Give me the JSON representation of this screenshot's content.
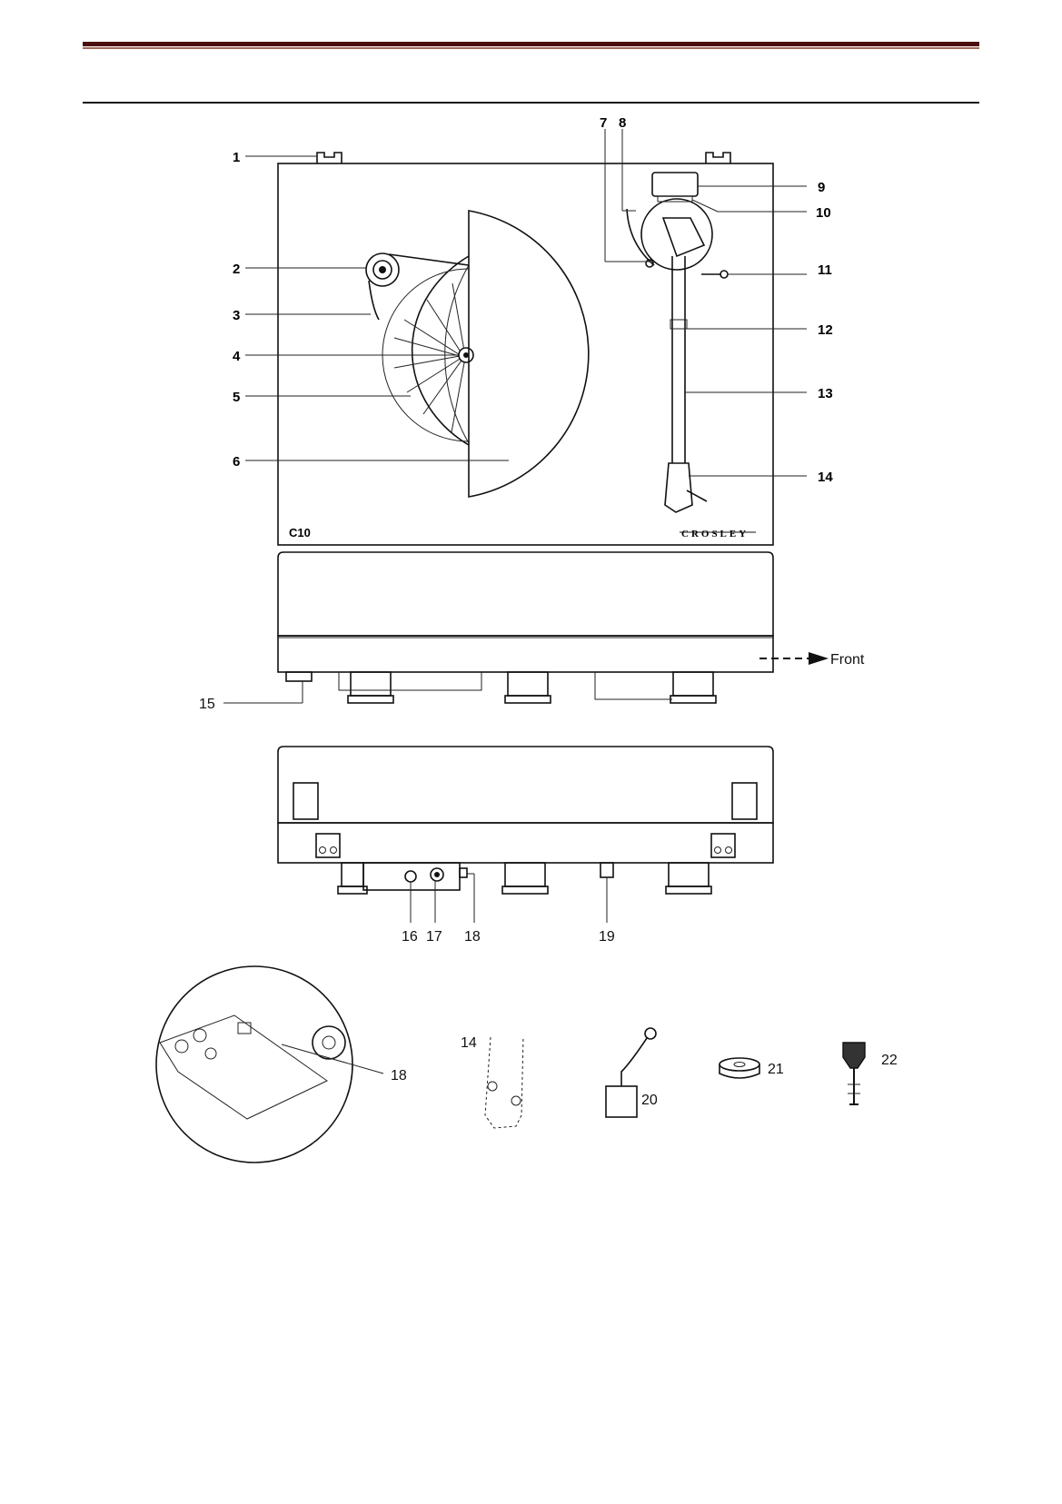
{
  "header": {
    "accent": "#4a0e0e"
  },
  "top_view": {
    "model_text": "C10",
    "brand_text": "CROSLEY",
    "callouts": [
      "1",
      "2",
      "3",
      "4",
      "5",
      "6",
      "7",
      "8",
      "9",
      "10",
      "11",
      "12",
      "13",
      "14"
    ]
  },
  "side_view": {
    "callouts": [
      "15"
    ],
    "direction_text": "Front"
  },
  "rear_view": {
    "callouts": [
      "16",
      "17",
      "18",
      "19"
    ]
  },
  "accessories": {
    "callouts": [
      "18",
      "14",
      "20",
      "21",
      "22"
    ]
  }
}
